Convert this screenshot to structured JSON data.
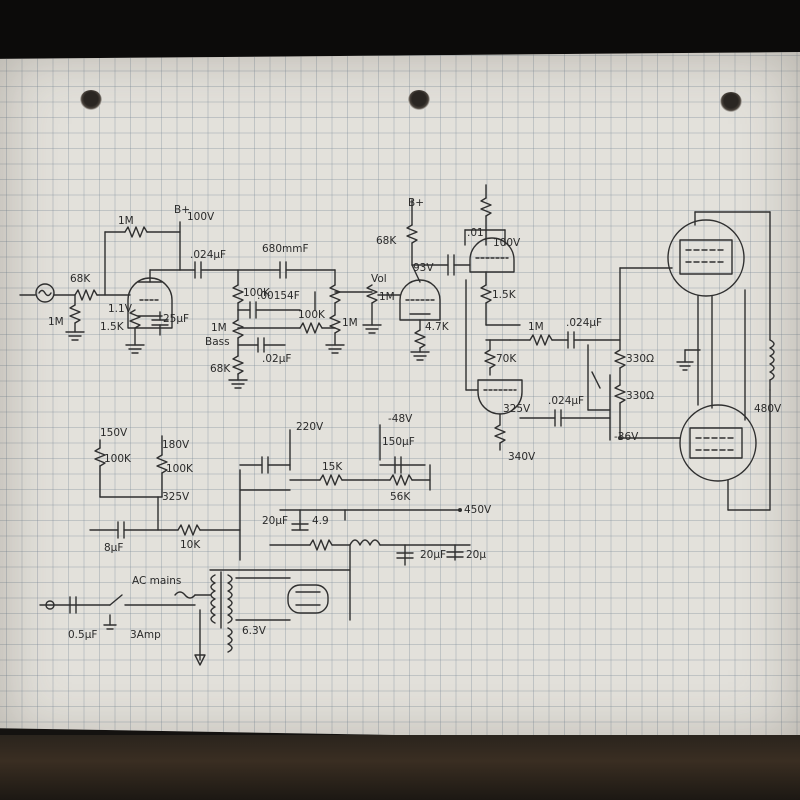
{
  "input_stage": {
    "grid_resistor": "68K",
    "grid_leak": "1M",
    "plate_resistor": "1M",
    "supply_label": "B+",
    "supply_voltage": "100V",
    "cathode_voltage": "1.1V",
    "cathode_resistor": "1.5K",
    "cathode_cap": "25μF",
    "coupling_cap": ".024μF",
    "coupling_cap_2": "680mmF"
  },
  "tone_stack": {
    "treble_pot": "100K",
    "treble_cap": ".00154F",
    "bass_pot": "1M",
    "bass_label": "Bass",
    "mid_resistor": "100K",
    "mid_pot": "1M",
    "slope_resistor": "68K",
    "bass_cap": ".02μF",
    "volume_label": "Vol",
    "volume_pot": "1M"
  },
  "second_stage": {
    "supply_label": "B+",
    "plate_resistor": "68K",
    "plate_voltage": "93V",
    "cathode_resistor": "4.7K"
  },
  "phase_inverter": {
    "input_cap": ".01",
    "plate_voltage": "100V",
    "plate_resistor": "1.5K",
    "tail_resistor": "70K",
    "cathode_voltage": "325V",
    "bottom_voltage": "340V",
    "feedback_resistor": "1M",
    "cap_top": ".024μF",
    "cap_bottom": ".024μF",
    "grid_resistor_top": "330Ω",
    "grid_resistor_bottom": "330Ω",
    "bias_voltage": "-36V"
  },
  "output_stage": {
    "transformer_voltage": "480V"
  },
  "power_supply": {
    "rail_a": "150V",
    "rail_b": "180V",
    "divider_a": "100K",
    "divider_b": "100K",
    "rail_c": "325V",
    "rail_d": "220V",
    "bias_rail": "-48V",
    "bias_cap": "150μF",
    "bias_resistor_a": "15K",
    "bias_resistor_b": "56K",
    "hv_rail": "450V",
    "filter_cap_a": "8μF",
    "filter_resistor": "10K",
    "filter_cap_b": "20μF",
    "filter_cap_c": "4.9",
    "filter_cap_d": "20μF",
    "filter_cap_e": "20μ",
    "mains_label": "AC mains",
    "line_cap": "0.5μF",
    "fuse": "3Amp",
    "heater": "6.3V"
  }
}
